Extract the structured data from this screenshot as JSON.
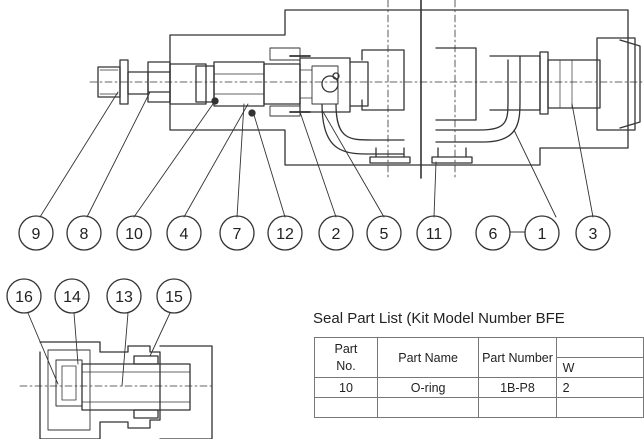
{
  "callouts_top": [
    "9",
    "8",
    "10",
    "4",
    "7",
    "12",
    "2",
    "5",
    "11",
    "6",
    "1",
    "3"
  ],
  "callouts_bottom": [
    "16",
    "14",
    "13",
    "15"
  ],
  "seal_list": {
    "title": "Seal Part List (Kit Model Number BFE",
    "headers": {
      "part_no": "Part\nNo.",
      "part_no_line1": "Part",
      "part_no_line2": "No.",
      "part_name": "Part Name",
      "part_number": "Part Number",
      "qty_partial": "W"
    },
    "rows": [
      {
        "part_no": "10",
        "part_name": "O-ring",
        "part_number": "1B-P8",
        "qty": "2"
      }
    ]
  }
}
